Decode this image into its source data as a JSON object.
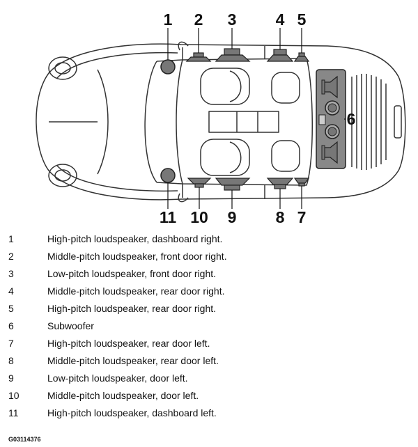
{
  "diagram": {
    "callouts": [
      "1",
      "2",
      "3",
      "4",
      "5",
      "6",
      "7",
      "8",
      "9",
      "10",
      "11"
    ]
  },
  "legend": [
    {
      "num": "1",
      "text": "High-pitch loudspeaker, dashboard right."
    },
    {
      "num": "2",
      "text": "Middle-pitch loudspeaker, front door right."
    },
    {
      "num": "3",
      "text": "Low-pitch loudspeaker, front door right."
    },
    {
      "num": "4",
      "text": "Middle-pitch loudspeaker, rear door right."
    },
    {
      "num": "5",
      "text": "High-pitch loudspeaker, rear door right."
    },
    {
      "num": "6",
      "text": "Subwoofer"
    },
    {
      "num": "7",
      "text": "High-pitch loudspeaker, rear door left."
    },
    {
      "num": "8",
      "text": "Middle-pitch loudspeaker, rear door left."
    },
    {
      "num": "9",
      "text": "Low-pitch loudspeaker, door left."
    },
    {
      "num": "10",
      "text": "Middle-pitch loudspeaker, door left."
    },
    {
      "num": "11",
      "text": "High-pitch loudspeaker, dashboard left."
    }
  ],
  "figure_code": "G03114376"
}
